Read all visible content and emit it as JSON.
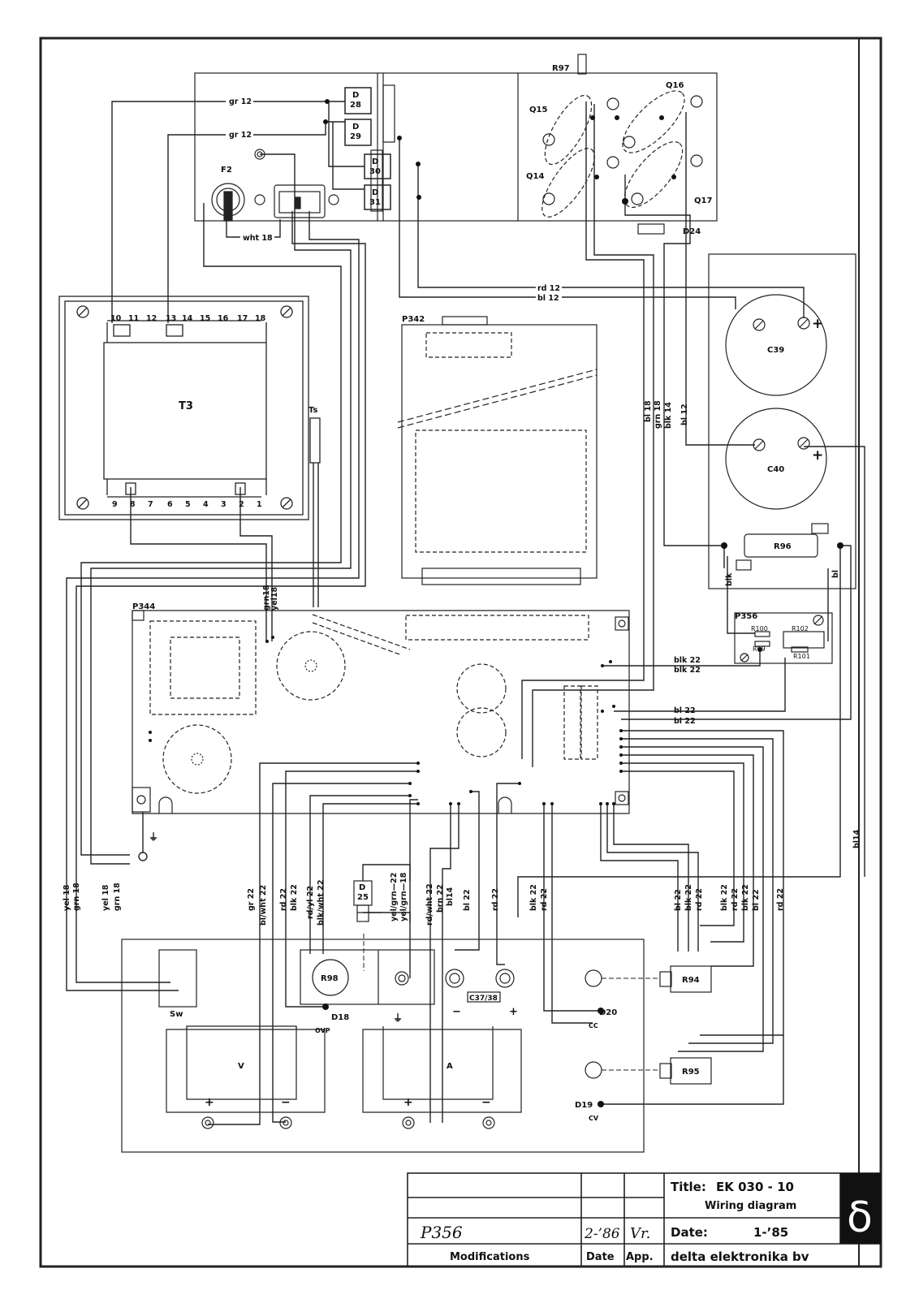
{
  "components": {
    "t3": "T3",
    "ts": "Ts",
    "f2": "F2",
    "d28": [
      "D",
      "28"
    ],
    "d29": [
      "D",
      "29"
    ],
    "d30": [
      "D",
      "30"
    ],
    "d31": [
      "D",
      "31"
    ],
    "r97": "R97",
    "q14": "Q14",
    "q15": "Q15",
    "q16": "Q16",
    "q17": "Q17",
    "d24": "D24",
    "p342": "P342",
    "p344": "P344",
    "p356": "P356",
    "c39": "C39",
    "c40": "C40",
    "r96": "R96",
    "r99": "R99",
    "r100": "R100",
    "r101": "R101",
    "r102": "R102",
    "d25": [
      "D",
      "25"
    ],
    "r98": "R98",
    "c3738": "C37/38",
    "r94": "R94",
    "r95": "R95",
    "sw": "Sw",
    "d18": "D18",
    "ovp": "OVP",
    "d20": "D20",
    "cc": "CC",
    "d19": "D19",
    "cv": "CV",
    "v_meter": "V",
    "a_meter": "A"
  },
  "transformer": {
    "top_pins": [
      "10",
      "11",
      "12",
      "13",
      "14",
      "15",
      "16",
      "17",
      "18"
    ],
    "bottom_pins": [
      "9",
      "8",
      "7",
      "6",
      "5",
      "4",
      "3",
      "2",
      "1"
    ]
  },
  "wires": {
    "gr12_a": "gr 12",
    "gr12_b": "gr 12",
    "wht18": "wht 18",
    "rd12": "rd 12",
    "bl12": "bl 12",
    "bl18": "bl 18",
    "grn18_v": "grn 18",
    "blk14": "blk 14",
    "bl12_v": "bl 12",
    "blk_r96": "blk",
    "bl_r96": "bl",
    "grn18_t": "grn18",
    "yel18_t": "yel18",
    "blk22_a": "blk 22",
    "blk22_b": "blk 22",
    "bl22_a": "bl 22",
    "bl22_b": "bl 22",
    "bl14_r": "bl14",
    "left": [
      "yel 18",
      "grn 18",
      "yel 18",
      "grn 18"
    ],
    "mid": [
      "gr 22",
      "bl/wht 22",
      "rd 22",
      "blk 22",
      "rd/yl 22",
      "blk/wht 22"
    ],
    "d25": [
      "yel/grn—22",
      "yel/grn—18"
    ],
    "mid2": [
      "rd/wht 22",
      "brn 22",
      "bl14",
      "bl 22",
      "rd 22",
      "blk 22",
      "rd 22"
    ],
    "right": [
      "bl 22",
      "blk 22",
      "rd 22",
      "blk 22",
      "rd 22",
      "blk 22",
      "bl 22",
      "rd 22"
    ]
  },
  "title_block": {
    "title_label": "Title:",
    "title_value": "EK 030 - 10",
    "subtitle": "Wiring diagram",
    "date_label": "Date:",
    "date_value": "1-’85",
    "company": "delta elektronika bv",
    "logo_glyph": "δ",
    "mod_entry": "P356",
    "mod_date": "2-’86",
    "mod_app": "Vr.",
    "col_mods": "Modifications",
    "col_date": "Date",
    "col_app": "App."
  }
}
